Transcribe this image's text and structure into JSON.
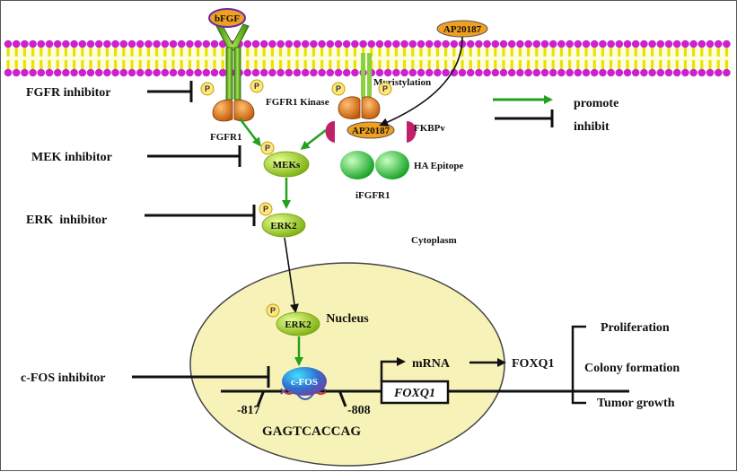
{
  "labels": {
    "bfgf": "bFGF",
    "ap20187_top": "AP20187",
    "fgfr_inhibitor": "FGFR inhibitor",
    "fgfr1_kinase": "FGFR1 Kinase",
    "myristylation": "Myristylation",
    "fgfr1": "FGFR1",
    "ap20187_bound": "AP20187",
    "fkbpv": "FKBPv",
    "mek_inhibitor": "MEK inhibitor",
    "meks": "MEKs",
    "ha_epitope": "HA Epitope",
    "ifgfr1": "iFGFR1",
    "erk_inhibitor": "ERK  inhibitor",
    "erk2_cyto": "ERK2",
    "cytoplasm": "Cytoplasm",
    "nucleus": "Nucleus",
    "erk2_nuc": "ERK2",
    "mrna": "mRNA",
    "foxq1_protein": "FOXQ1",
    "cfos_inhibitor": "c-FOS inhibitor",
    "cfos": "c-FOS",
    "pos_817": "-817",
    "pos_808": "-808",
    "foxq1_gene": "FOXQ1",
    "motif": "GAGTCACCAG",
    "phospho": "P"
  },
  "legend": {
    "promote": "promote",
    "inhibit": "inhibit"
  },
  "outcomes": [
    "Proliferation",
    "Colony formation",
    "Tumor growth"
  ],
  "colors": {
    "promote_arrow": "#22a01e",
    "inhibit_line": "#111111",
    "nucleus_fill": "#f7f3b8",
    "membrane_head": "#cc22cc",
    "membrane_tail": "#e8e400",
    "receptor_green": "#6fbf2a",
    "kinase_orange": "#e07a10",
    "ap20187_orange": "#f0a020",
    "mek_green": "#b8d820",
    "ha_green": "#28c030",
    "fkbp_magenta": "#c0206a",
    "cfos_blue": "#2a7ad0"
  }
}
